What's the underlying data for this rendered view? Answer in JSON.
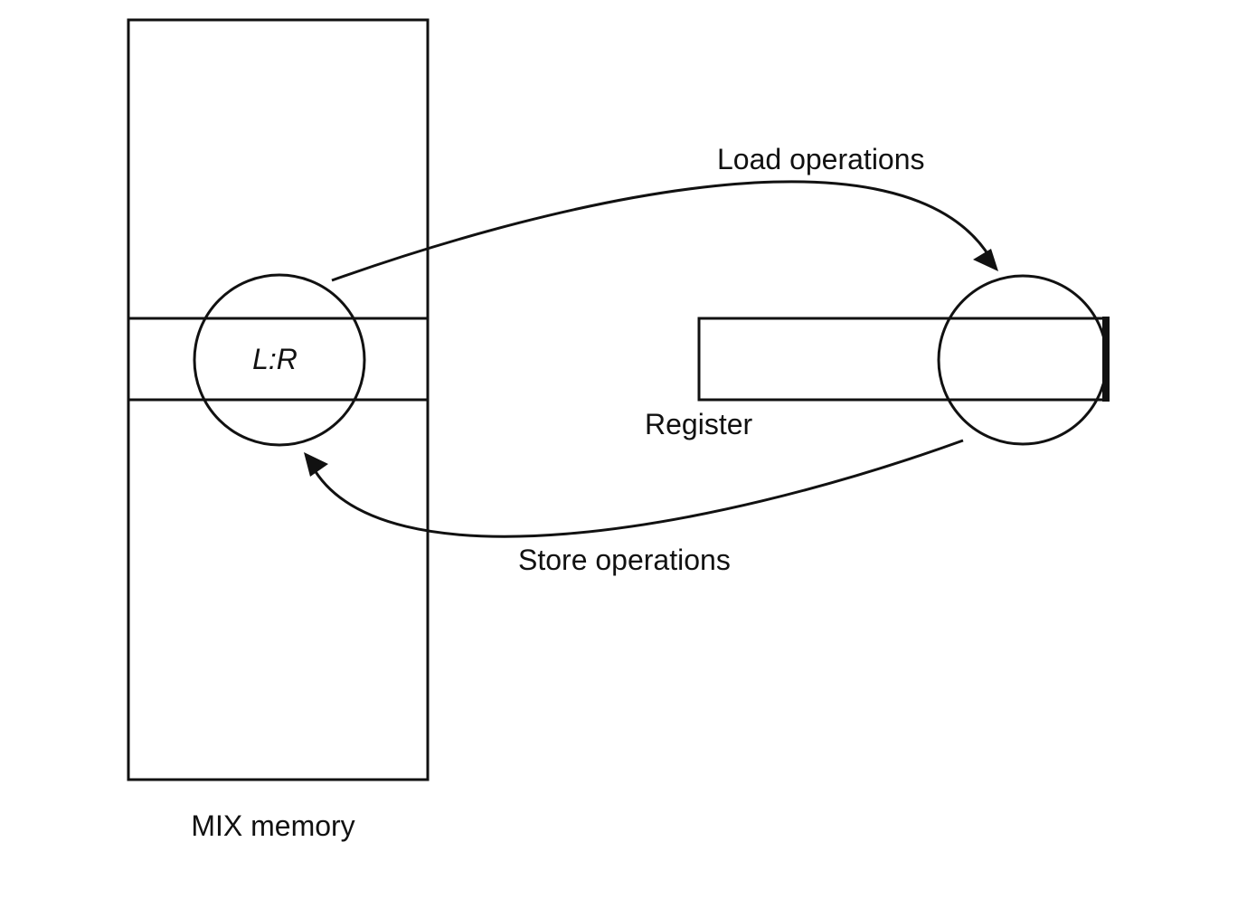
{
  "diagram": {
    "memory_label": "MIX memory",
    "field_label": "L:R",
    "register_label": "Register",
    "load_label": "Load operations",
    "store_label": "Store operations"
  }
}
